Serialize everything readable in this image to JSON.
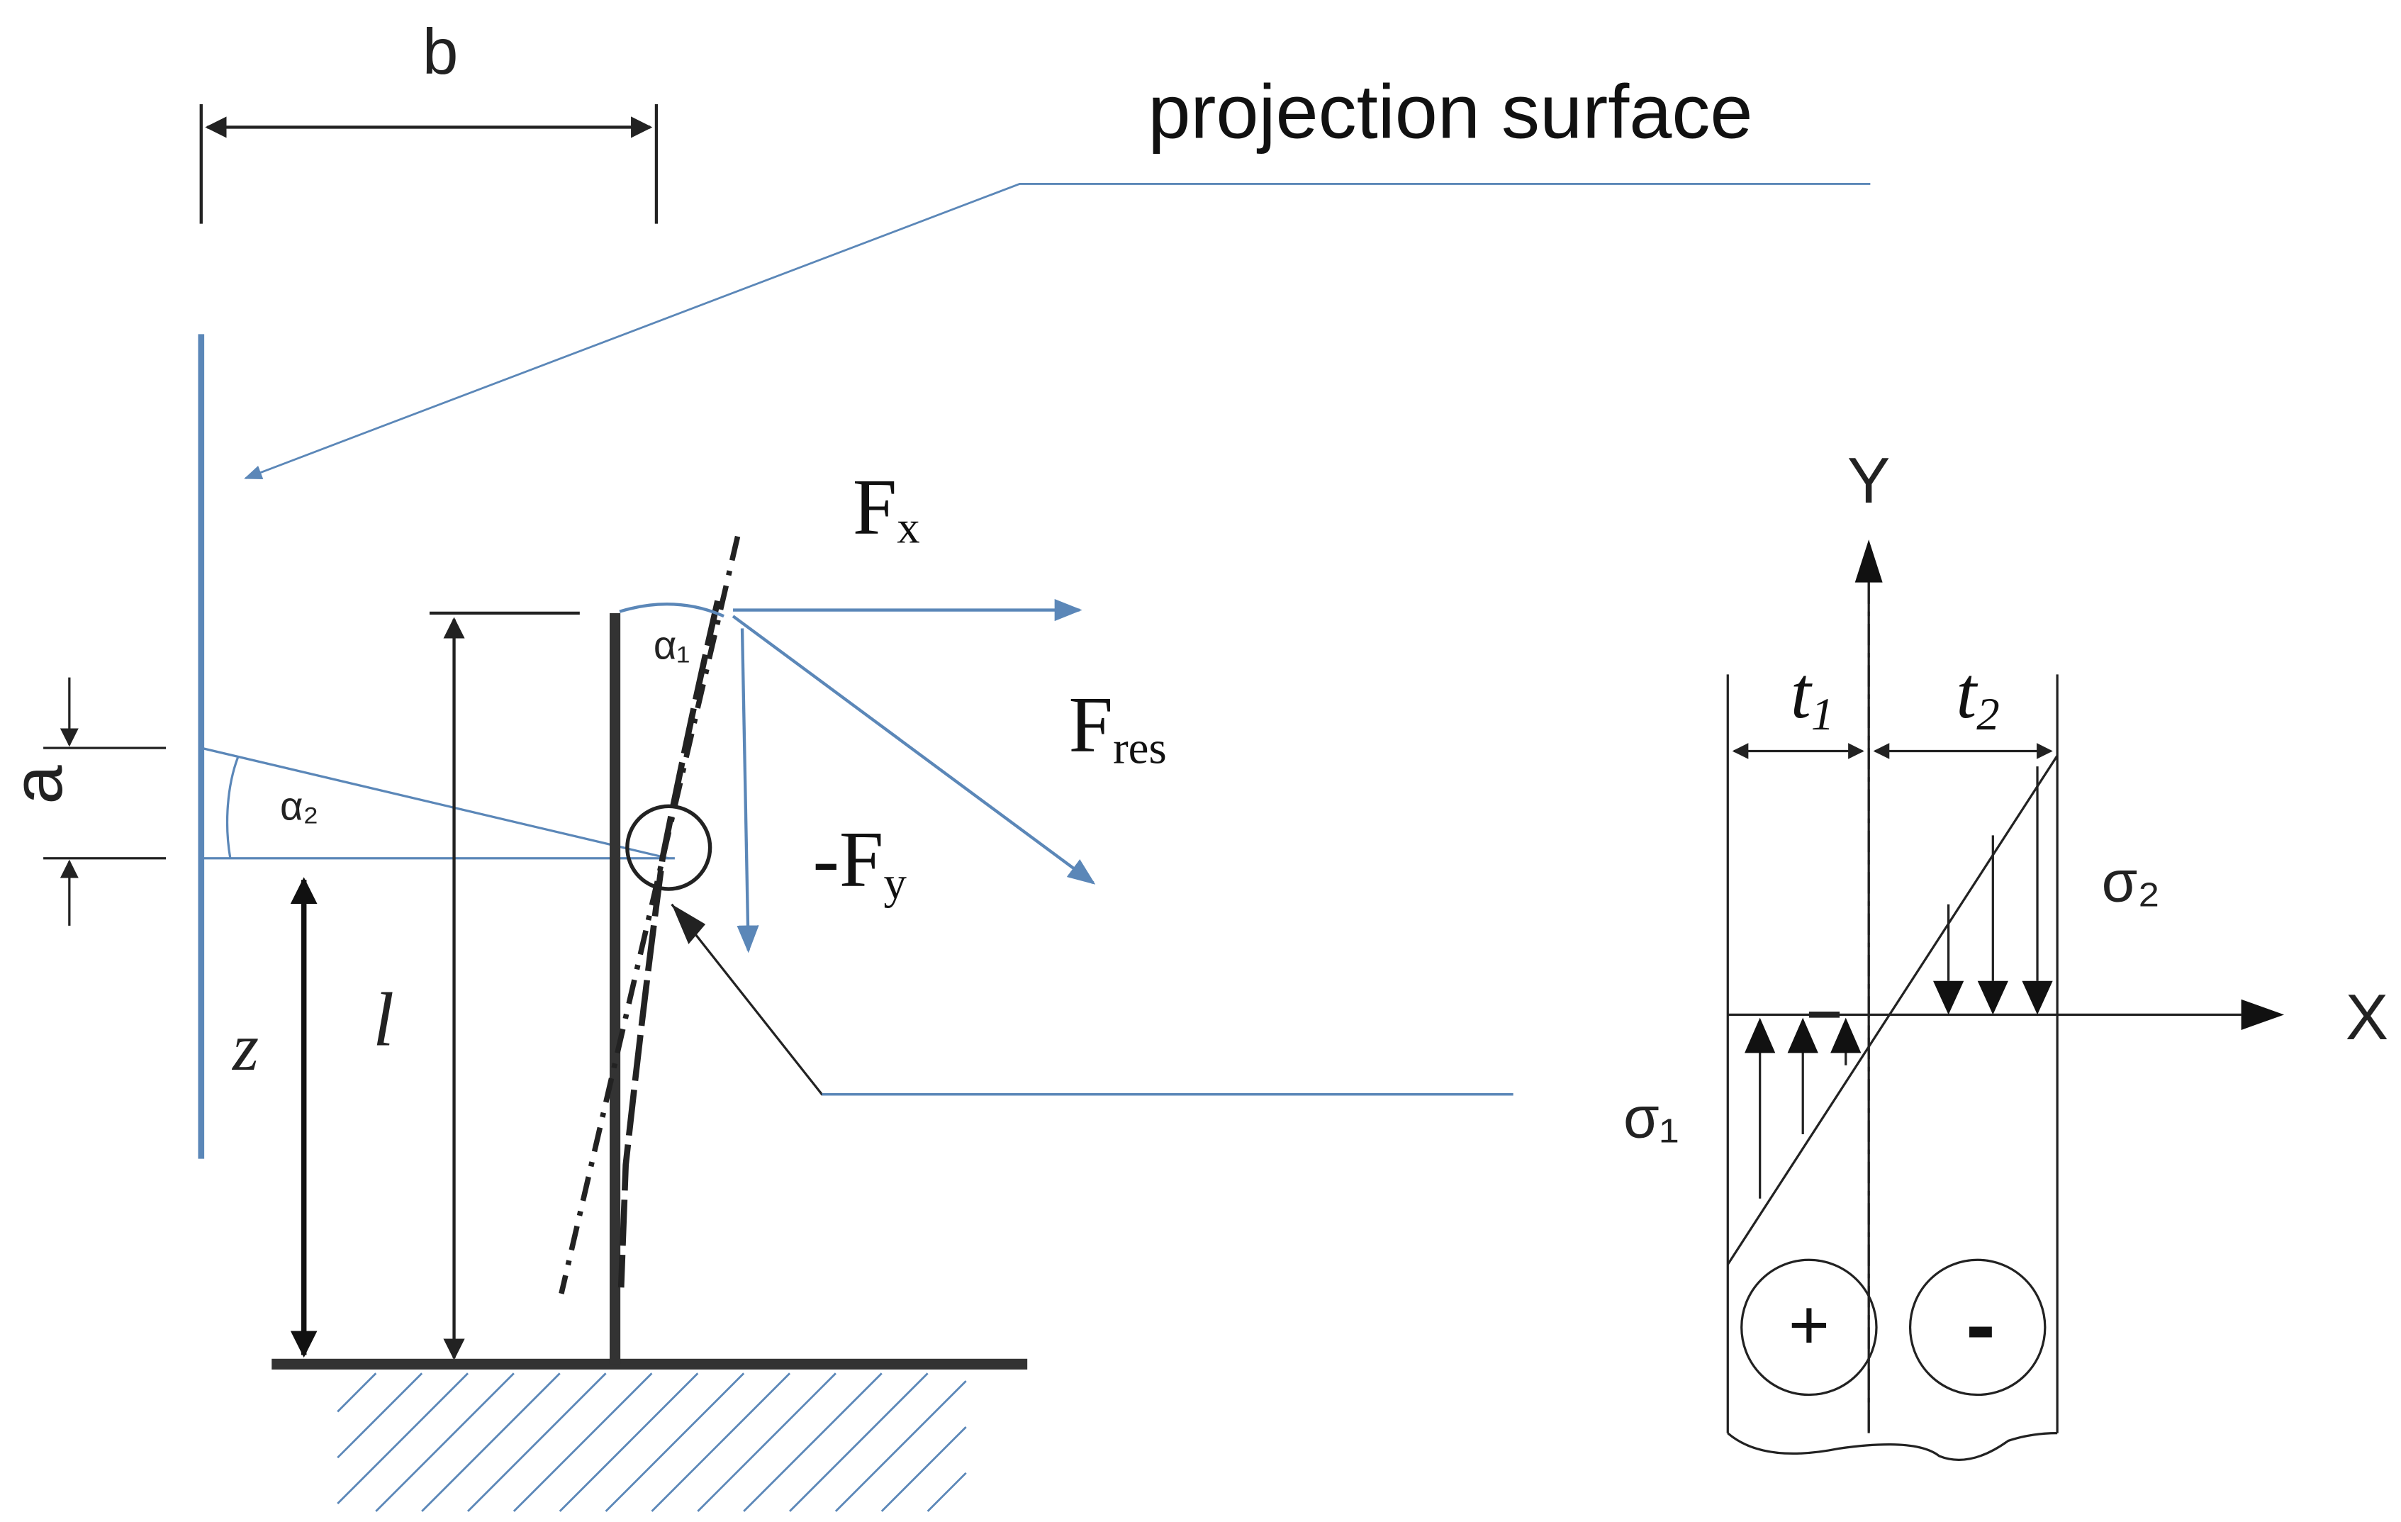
{
  "colors": {
    "blue": "#5b87b8",
    "black": "#222222",
    "white": "#ffffff"
  },
  "labels": {
    "b": "b",
    "projection_surface": "projection surface",
    "a": "a",
    "alpha1": "α₁",
    "alpha2": "α₂",
    "Fx_main": "F",
    "Fx_sub": "x",
    "Fres_main": "F",
    "Fres_sub": "res",
    "Fy_main": "-F",
    "Fy_sub": "y",
    "z": "z",
    "l": "l",
    "Y": "Y",
    "X": "X",
    "t1_main": "t",
    "t1_sub": "1",
    "t2_main": "t",
    "t2_sub": "2",
    "sigma1": "σ₁",
    "sigma2": "σ₂",
    "plus": "+",
    "minus": "-"
  }
}
